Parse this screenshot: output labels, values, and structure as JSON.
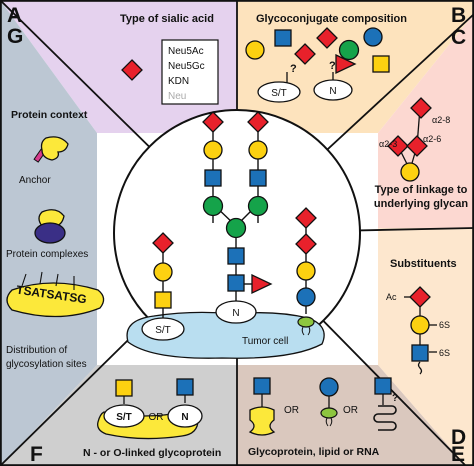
{
  "panel_letters": {
    "A": "A",
    "B": "B",
    "C": "C",
    "D": "D",
    "E": "E",
    "F": "F",
    "G": "G"
  },
  "sections": {
    "sialic_acid_title": "Type of sialic acid",
    "sialic_acid_types": [
      "Neu5Ac",
      "Neu5Gc",
      "KDN",
      "Neu"
    ],
    "glycoconjugate_title": "Glycoconjugate composition",
    "linkage_title_line1": "Type of linkage to",
    "linkage_title_line2": "underlying glycan",
    "linkage_labels": [
      "α2-3",
      "α2-6",
      "α2-8"
    ],
    "substituents_title": "Substituents",
    "substituent_labels": [
      "Ac",
      "6S",
      "6S"
    ],
    "glycoprotein_title": "Glycoprotein, lipid or RNA",
    "linked_title": "N - or O-linked glycoprotein",
    "protein_context_title": "Protein context",
    "protein_context_items": [
      "Anchor",
      "Protein complexes",
      "Distribution of",
      "glycosylation sites"
    ],
    "sequence_text": "TSATSATSG"
  },
  "center": {
    "cell_label": "Tumor cell",
    "st_label": "S/T",
    "n_label": "N"
  },
  "common": {
    "question": "?",
    "or": "OR"
  },
  "colors": {
    "red_diamond": "#e8212b",
    "yellow_circle": "#fcd111",
    "blue_square": "#1c71b8",
    "green_circle": "#15a34a",
    "purple": "#e5d2ee",
    "orange": "#fde3bd",
    "pink": "#fcd8d1",
    "peach": "#fde7ce",
    "tan": "#dac8be",
    "grey": "#cfcfcf",
    "slate": "#bcc7d3"
  }
}
